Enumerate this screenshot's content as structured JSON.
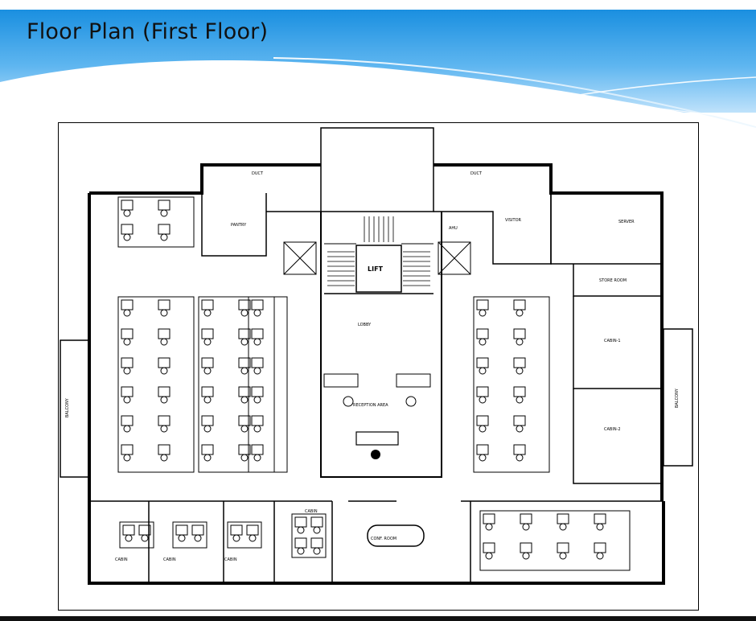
{
  "slide": {
    "title": "Floor Plan (First Floor)"
  },
  "plan": {
    "lift_label": "LIFT",
    "room_labels": {
      "duct_top_left": "DUCT",
      "pantry": "PANTRY",
      "duct_top_right": "DUCT",
      "ahu": "AHU",
      "visitor_waiting": "VISITOR",
      "server_room": "SERVER",
      "store_room": "STORE ROOM",
      "cabin_1": "CABIN-1",
      "cabin_2": "CABIN-2",
      "lobby": "LOBBY",
      "reception": "RECEPTION AREA",
      "balcony_left": "BALCONY",
      "balcony_right": "BALCONY",
      "conference": "CONF. ROOM",
      "cabin_left_1": "CABIN",
      "cabin_left_2": "CABIN",
      "cabin_left_3": "CABIN",
      "cabin_left_4": "CABIN"
    }
  }
}
